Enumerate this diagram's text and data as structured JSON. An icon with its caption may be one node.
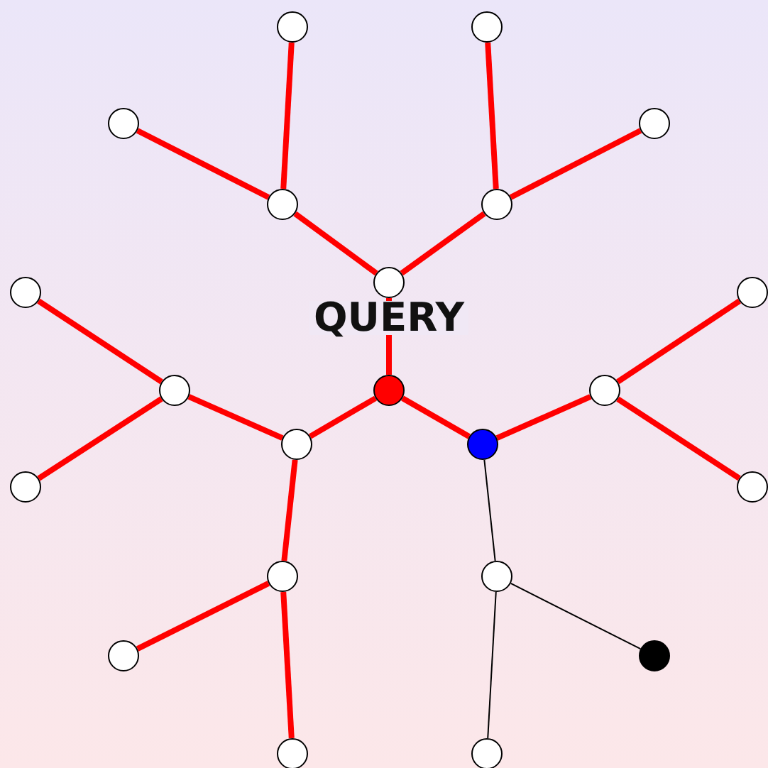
{
  "diagram": {
    "nodes": [
      {
        "text": [],
        "shape": "circle"
      },
      {
        "text": [],
        "shape": "circle"
      },
      {
        "text": [],
        "shape": "circle"
      },
      {
        "text": [],
        "shape": "circle"
      },
      {
        "text": [],
        "shape": "circle"
      },
      {
        "text": [],
        "shape": "circle"
      },
      {
        "text": [],
        "shape": "circle"
      },
      {
        "text": [],
        "shape": "circle"
      },
      {
        "text": [],
        "shape": "circle"
      },
      {
        "text": [],
        "shape": "circle"
      },
      {
        "text": [],
        "shape": "circle"
      },
      {
        "text": [],
        "shape": "circle"
      },
      {
        "text": [],
        "shape": "circle"
      },
      {
        "text": [],
        "shape": "circle"
      },
      {
        "text": [],
        "shape": "circle"
      },
      {
        "text": [],
        "shape": "circle"
      },
      {
        "text": [],
        "shape": "circle"
      },
      {
        "text": [],
        "shape": "circle"
      },
      {
        "text": [],
        "shape": "circle"
      },
      {
        "text": [],
        "shape": "circle"
      },
      {
        "text": [],
        "shape": "circle"
      },
      {
        "text": [],
        "shape": "circle"
      }
    ],
    "edges": [
      {
        "from": 10,
        "to": 6,
        "arrow": "none"
      },
      {
        "from": 6,
        "to": 4,
        "arrow": "none"
      },
      {
        "from": 6,
        "to": 5,
        "arrow": "none"
      },
      {
        "from": 4,
        "to": 0,
        "arrow": "none"
      },
      {
        "from": 4,
        "to": 2,
        "arrow": "none"
      },
      {
        "from": 5,
        "to": 1,
        "arrow": "none"
      },
      {
        "from": 5,
        "to": 3,
        "arrow": "none"
      },
      {
        "from": 10,
        "to": 12,
        "arrow": "none"
      },
      {
        "from": 12,
        "to": 9,
        "arrow": "none"
      },
      {
        "from": 12,
        "to": 16,
        "arrow": "none"
      },
      {
        "from": 9,
        "to": 7,
        "arrow": "none"
      },
      {
        "from": 9,
        "to": 14,
        "arrow": "none"
      },
      {
        "from": 16,
        "to": 18,
        "arrow": "none"
      },
      {
        "from": 16,
        "to": 20,
        "arrow": "none"
      },
      {
        "from": 10,
        "to": 13,
        "arrow": "none"
      },
      {
        "from": 13,
        "to": 11,
        "arrow": "none"
      },
      {
        "from": 11,
        "to": 8,
        "arrow": "none"
      },
      {
        "from": 11,
        "to": 15,
        "arrow": "none"
      },
      {
        "from": 13,
        "to": 17,
        "arrow": "none",
        "color": "#000000"
      },
      {
        "from": 17,
        "to": 19,
        "arrow": "none",
        "color": "#000000"
      },
      {
        "from": 17,
        "to": 21,
        "arrow": "none",
        "color": "#000000"
      }
    ],
    "labels": [
      "QUERY"
    ]
  }
}
